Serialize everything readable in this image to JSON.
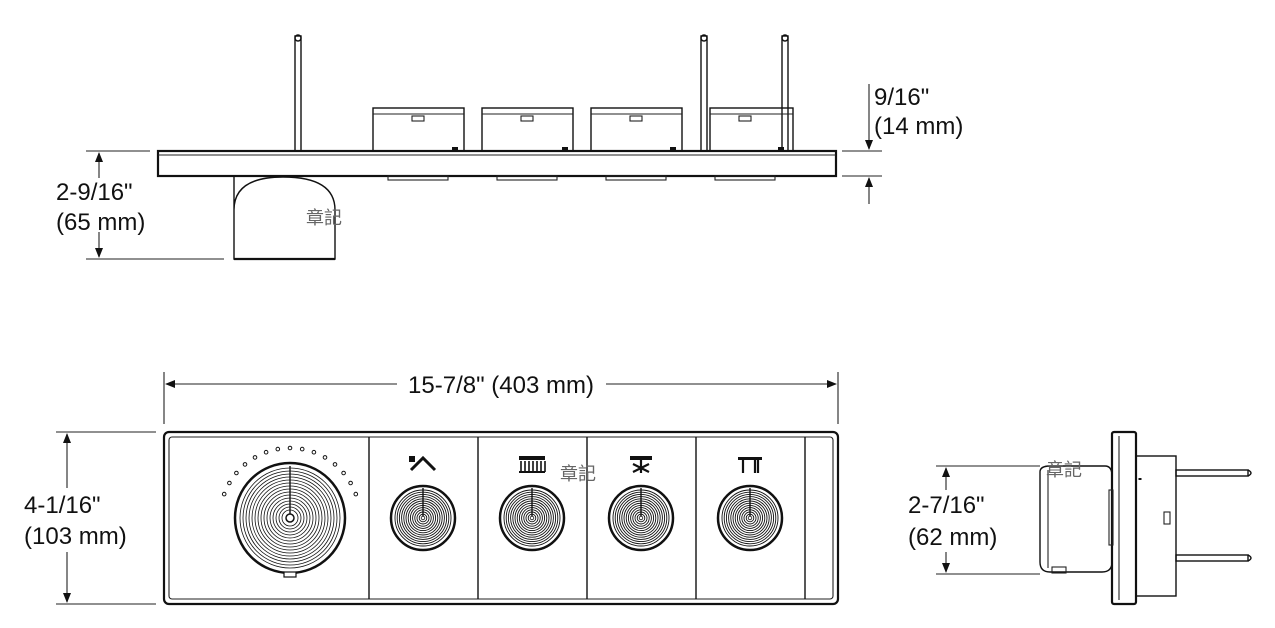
{
  "side_view": {
    "height_label_1": "2-9/16\"",
    "height_label_2": "(65 mm)",
    "thickness_label_1": "9/16\"",
    "thickness_label_2": "(14 mm)"
  },
  "front_view": {
    "width_label": "15-7/8\" (403 mm)",
    "height_label_1": "4-1/16\"",
    "height_label_2": "(103 mm)",
    "outlet_icons": [
      "handheld-shower-icon",
      "rain-shower-icon",
      "body-spray-icon",
      "tub-spout-icon"
    ]
  },
  "end_view": {
    "depth_label_1": "2-7/16\"",
    "depth_label_2": "(62 mm)"
  },
  "watermarks": [
    "章記",
    "章記",
    "章記"
  ],
  "colors": {
    "line": "#111111",
    "background": "#ffffff",
    "watermark": "#666666"
  }
}
